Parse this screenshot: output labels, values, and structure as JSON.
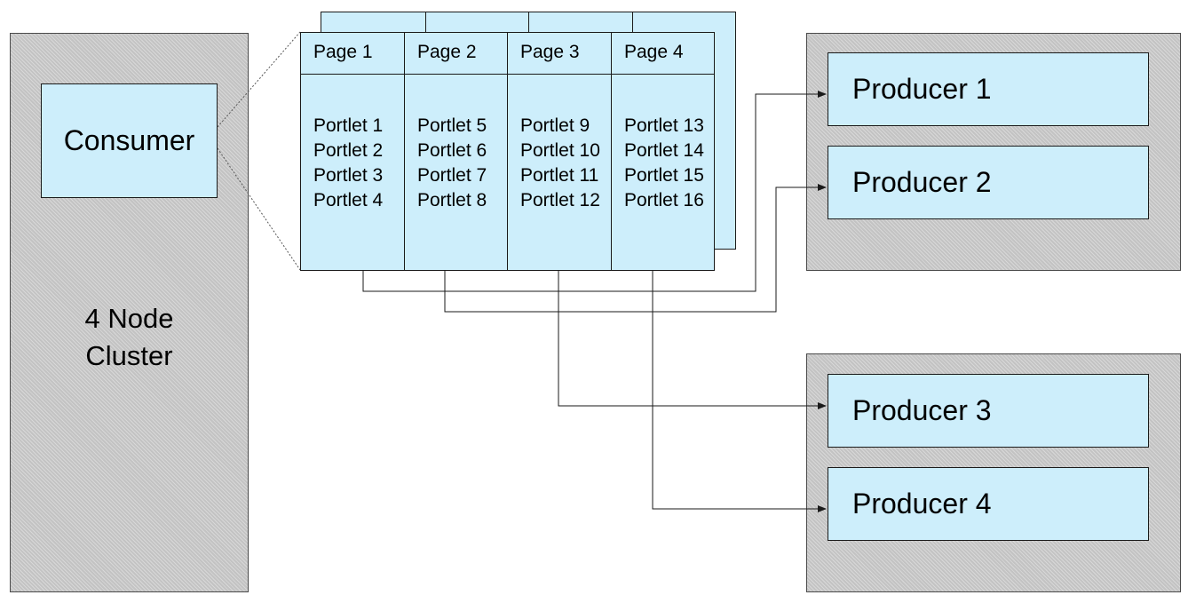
{
  "cluster": {
    "label_line1": "4 Node",
    "label_line2": "Cluster"
  },
  "consumer": {
    "label": "Consumer"
  },
  "pages": [
    {
      "label": "Page 1",
      "portlets": [
        "Portlet 1",
        "Portlet 2",
        "Portlet 3",
        "Portlet 4"
      ]
    },
    {
      "label": "Page 2",
      "portlets": [
        "Portlet 5",
        "Portlet 6",
        "Portlet 7",
        "Portlet 8"
      ]
    },
    {
      "label": "Page 3",
      "portlets": [
        "Portlet 9",
        "Portlet 10",
        "Portlet 11",
        "Portlet 12"
      ]
    },
    {
      "label": "Page 4",
      "portlets": [
        "Portlet 13",
        "Portlet 14",
        "Portlet 15",
        "Portlet 16"
      ]
    }
  ],
  "producers": [
    {
      "label": "Producer 1"
    },
    {
      "label": "Producer 2"
    },
    {
      "label": "Producer 3"
    },
    {
      "label": "Producer 4"
    }
  ],
  "colors": {
    "box_fill": "#cdeefb",
    "group_fill": "#c3c3c3",
    "line": "#1a1a1a"
  }
}
